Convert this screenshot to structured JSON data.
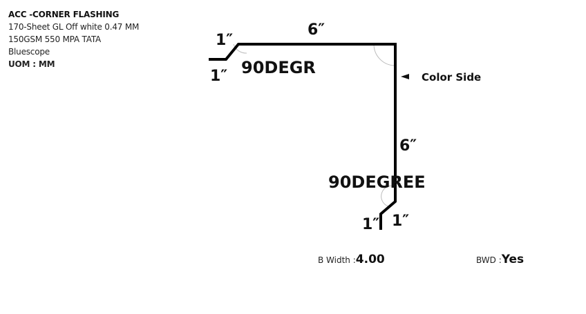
{
  "info": {
    "title": "ACC -CORNER FLASHING",
    "line1": "170-Sheet GL Off white 0.47 MM",
    "line2": "150GSM 550 MPA TATA",
    "line3": "Bluescope",
    "uom_label": "UOM :",
    "uom_value": " MM"
  },
  "drawing": {
    "dims": {
      "top_left_upper": "1″",
      "top_left_lower": "1″",
      "top": "6″",
      "right": "6″",
      "bottom_left": "1″",
      "bottom_right": "1″"
    },
    "angles": {
      "top": "90DEGR",
      "middle": "90DEGREE"
    },
    "color_side_label": "Color Side",
    "colors": {
      "profile": "#000000",
      "arc": "#bbbbbb"
    }
  },
  "footer": {
    "bwidth_label": "B Width :",
    "bwidth_value": "4.00",
    "bwd_label": "BWD :",
    "bwd_value": "Yes"
  }
}
